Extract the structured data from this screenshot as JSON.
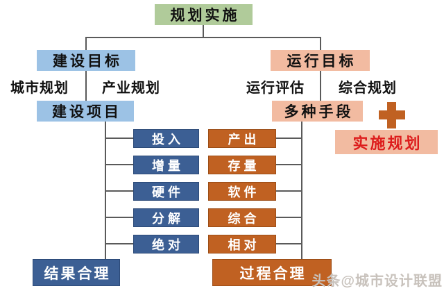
{
  "root_label": "规划实施",
  "left": {
    "goal": "建设目标",
    "plans": [
      "城市规划",
      "产业规划"
    ],
    "node": "建设项目",
    "items": [
      "投入",
      "增量",
      "硬件",
      "分解",
      "绝对"
    ],
    "result": "结果合理"
  },
  "right": {
    "goal": "运行目标",
    "plans": [
      "运行评估",
      "综合规划"
    ],
    "node": "多种手段",
    "items": [
      "产出",
      "存量",
      "软件",
      "综合",
      "相对"
    ],
    "result": "过程合理",
    "extra": "实施规划",
    "plus_icon": "plus-cross"
  },
  "watermark": "头条@城市设计联盟",
  "colors": {
    "green": "#b0cb9a",
    "light_blue": "#9cc2e5",
    "salmon": "#f2bba1",
    "dark_blue": "#3c5f94",
    "dark_orange": "#c06122",
    "red_text": "#dd1c1c",
    "line": "#5a5a5a"
  }
}
